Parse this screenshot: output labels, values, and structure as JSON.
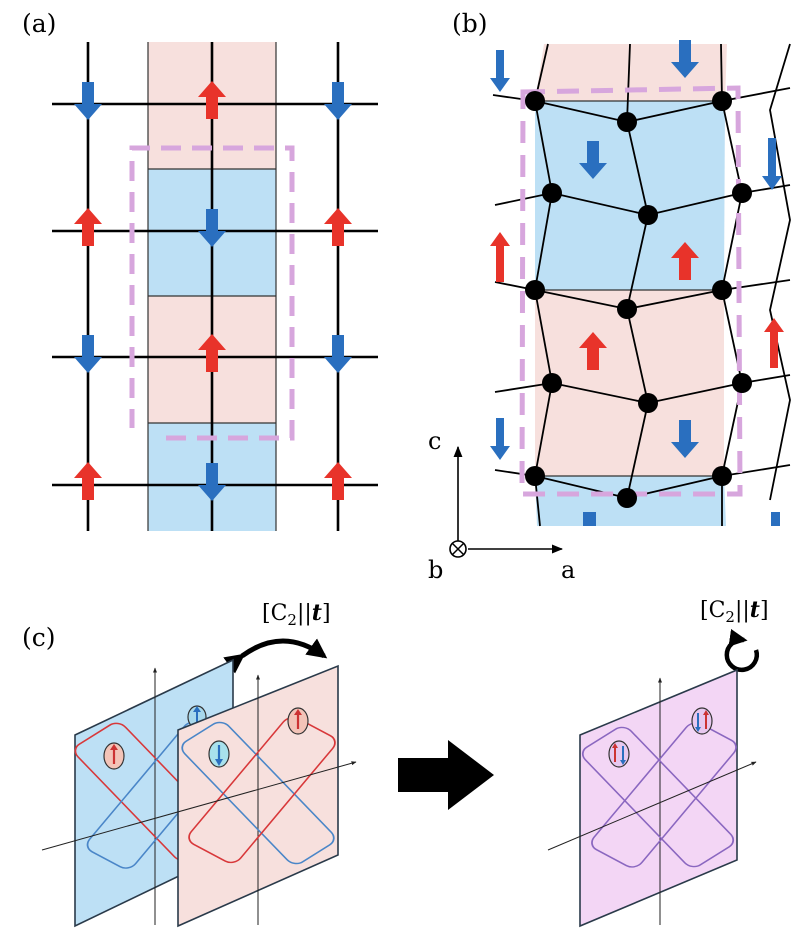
{
  "panels": {
    "a": {
      "label": "(a)"
    },
    "b": {
      "label": "(b)"
    },
    "c": {
      "label": "(c)"
    }
  },
  "axes": {
    "c": "c",
    "a": "a",
    "b": "b",
    "b_symbol": "⊗"
  },
  "operation": {
    "label": "[C2||t]",
    "label_base": "[C",
    "label_sub": "2",
    "label_tail": "||",
    "label_vec": "t",
    "label_close": "]"
  },
  "colors": {
    "spin_up": "#e8332a",
    "spin_down": "#2a6fbf",
    "cell_blue": "#bde0f5",
    "cell_pink": "#f7e0dd",
    "cell_purple": "#f3d6f5",
    "dashed_box": "#d7a6dd",
    "line_red": "#d8383a",
    "line_blue": "#4a86c8",
    "line_purple": "#8a67c0"
  },
  "icons": {
    "spin_arrow": "block-arrow-icon",
    "double_arrow": "curved-double-arrow-icon",
    "rotation": "circular-arrow-icon",
    "transform": "right-arrow-icon"
  }
}
